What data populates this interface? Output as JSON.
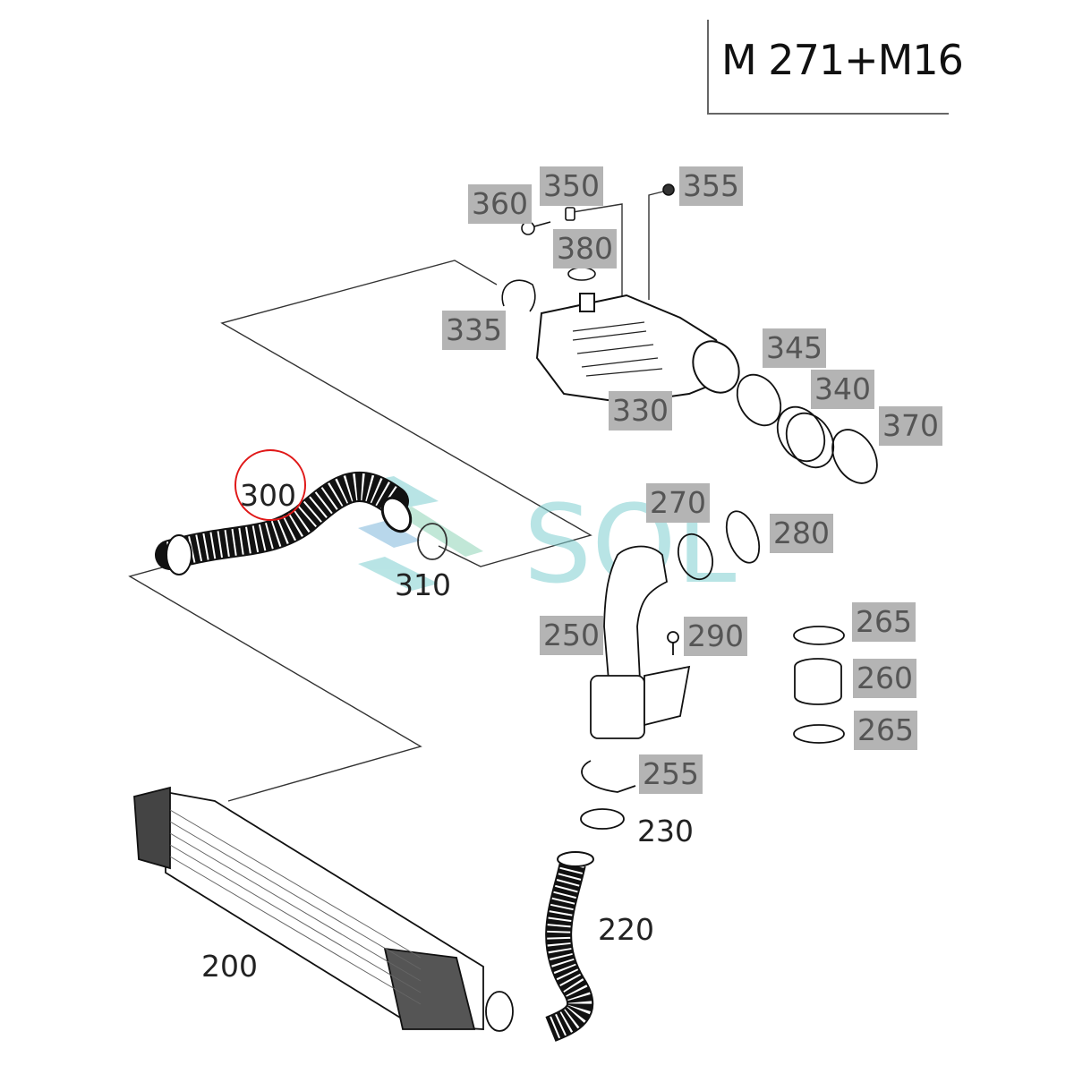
{
  "title": "M 271+M16",
  "highlight": {
    "part": "300",
    "color": "#e01818"
  },
  "label_box_color": "#b4b4b4",
  "watermark": {
    "text": "SOL",
    "colors": [
      "#7fcfd0",
      "#8fd4b8",
      "#7fb8dc"
    ]
  },
  "callouts": [
    {
      "id": "360",
      "boxed": true
    },
    {
      "id": "350",
      "boxed": true
    },
    {
      "id": "355",
      "boxed": true
    },
    {
      "id": "380",
      "boxed": true
    },
    {
      "id": "335",
      "boxed": true
    },
    {
      "id": "330",
      "boxed": true
    },
    {
      "id": "345",
      "boxed": true
    },
    {
      "id": "340",
      "boxed": true
    },
    {
      "id": "370",
      "boxed": true
    },
    {
      "id": "300",
      "boxed": false
    },
    {
      "id": "310",
      "boxed": false
    },
    {
      "id": "270",
      "boxed": true
    },
    {
      "id": "280",
      "boxed": true
    },
    {
      "id": "250",
      "boxed": true
    },
    {
      "id": "290",
      "boxed": true
    },
    {
      "id": "265",
      "boxed": true
    },
    {
      "id": "260",
      "boxed": true
    },
    {
      "id": "265",
      "boxed": true
    },
    {
      "id": "255",
      "boxed": true
    },
    {
      "id": "230",
      "boxed": false
    },
    {
      "id": "220",
      "boxed": false
    },
    {
      "id": "200",
      "boxed": false
    }
  ]
}
